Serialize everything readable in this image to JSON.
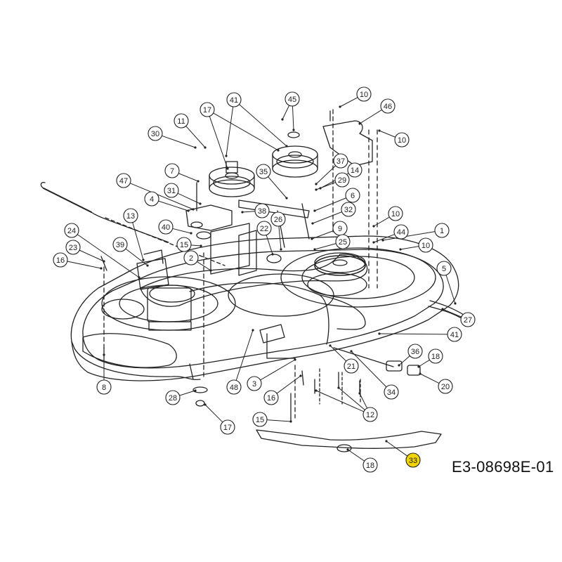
{
  "diagram": {
    "code": "E3-08698E-01",
    "highlight_color": "#f2d400",
    "ink_color": "#222222",
    "callouts": [
      {
        "id": "c10a",
        "label": "10"
      },
      {
        "id": "c46",
        "label": "46"
      },
      {
        "id": "c10b",
        "label": "10"
      },
      {
        "id": "c41a",
        "label": "41"
      },
      {
        "id": "c45",
        "label": "45"
      },
      {
        "id": "c17a",
        "label": "17"
      },
      {
        "id": "c11",
        "label": "11"
      },
      {
        "id": "c30",
        "label": "30"
      },
      {
        "id": "c37",
        "label": "37"
      },
      {
        "id": "c14",
        "label": "14"
      },
      {
        "id": "c29",
        "label": "29"
      },
      {
        "id": "c7",
        "label": "7"
      },
      {
        "id": "c35",
        "label": "35"
      },
      {
        "id": "c47",
        "label": "47"
      },
      {
        "id": "c31",
        "label": "31"
      },
      {
        "id": "c6",
        "label": "6"
      },
      {
        "id": "c4",
        "label": "4"
      },
      {
        "id": "c38",
        "label": "38"
      },
      {
        "id": "c32",
        "label": "32"
      },
      {
        "id": "c13",
        "label": "13"
      },
      {
        "id": "c10c",
        "label": "10"
      },
      {
        "id": "c26",
        "label": "26"
      },
      {
        "id": "c40",
        "label": "40"
      },
      {
        "id": "c22",
        "label": "22"
      },
      {
        "id": "c9",
        "label": "9"
      },
      {
        "id": "c44",
        "label": "44"
      },
      {
        "id": "c1",
        "label": "1"
      },
      {
        "id": "c24",
        "label": "24"
      },
      {
        "id": "c15a",
        "label": "15"
      },
      {
        "id": "c25",
        "label": "25"
      },
      {
        "id": "c10d",
        "label": "10"
      },
      {
        "id": "c39",
        "label": "39"
      },
      {
        "id": "c23",
        "label": "23"
      },
      {
        "id": "c2",
        "label": "2"
      },
      {
        "id": "c16a",
        "label": "16"
      },
      {
        "id": "c5",
        "label": "5"
      },
      {
        "id": "c27",
        "label": "27"
      },
      {
        "id": "c41b",
        "label": "41"
      },
      {
        "id": "c36",
        "label": "36"
      },
      {
        "id": "c18a",
        "label": "18"
      },
      {
        "id": "c21",
        "label": "21"
      },
      {
        "id": "c8",
        "label": "8"
      },
      {
        "id": "c48",
        "label": "48"
      },
      {
        "id": "c3",
        "label": "3"
      },
      {
        "id": "c34",
        "label": "34"
      },
      {
        "id": "c20",
        "label": "20"
      },
      {
        "id": "c16b",
        "label": "16"
      },
      {
        "id": "c28",
        "label": "28"
      },
      {
        "id": "c12",
        "label": "12"
      },
      {
        "id": "c17b",
        "label": "17"
      },
      {
        "id": "c15b",
        "label": "15"
      },
      {
        "id": "c18b",
        "label": "18"
      },
      {
        "id": "c33",
        "label": "33",
        "highlighted": true
      }
    ]
  }
}
